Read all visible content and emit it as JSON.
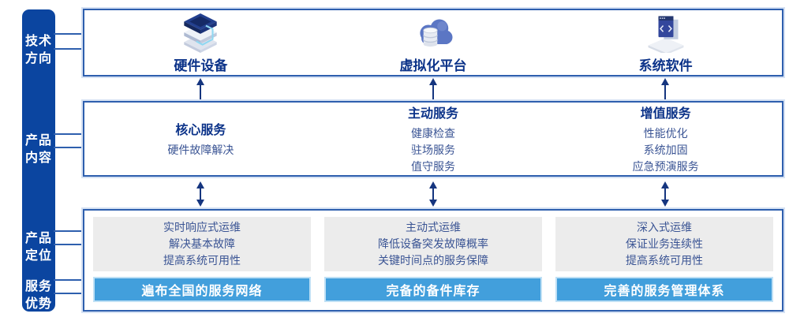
{
  "sidebar": {
    "labels": [
      {
        "line1": "技术",
        "line2": "方向"
      },
      {
        "line1": "产品",
        "line2": "内容"
      },
      {
        "line1": "产品",
        "line2": "定位"
      },
      {
        "line1": "服务",
        "line2": "优势"
      }
    ]
  },
  "tech_row": {
    "items": [
      {
        "icon": "server-stack-icon",
        "label": "硬件设备"
      },
      {
        "icon": "cloud-database-icon",
        "label": "虚拟化平台"
      },
      {
        "icon": "code-window-icon",
        "label": "系统软件"
      }
    ]
  },
  "content_row": {
    "columns": [
      {
        "title": "核心服务",
        "items": [
          "硬件故障解决"
        ]
      },
      {
        "title": "主动服务",
        "items": [
          "健康检查",
          "驻场服务",
          "值守服务"
        ]
      },
      {
        "title": "增值服务",
        "items": [
          "性能优化",
          "系统加固",
          "应急预演服务"
        ]
      }
    ]
  },
  "bottom_row": {
    "columns": [
      {
        "positioning": [
          "实时响应式运维",
          "解决基本故障",
          "提高系统可用性"
        ],
        "advantage": "遍布全国的服务网络"
      },
      {
        "positioning": [
          "主动式运维",
          "降低设备突发故障概率",
          "关键时间点的服务保障"
        ],
        "advantage": "完备的备件库存"
      },
      {
        "positioning": [
          "深入式运维",
          "保证业务连续性",
          "提高系统可用性"
        ],
        "advantage": "完善的服务管理体系"
      }
    ]
  },
  "colors": {
    "sidebar_bg": "#0b45a0",
    "panel_border": "#2e5fae",
    "panel_halo": "#d5e1f3",
    "heading_navy": "#0c3389",
    "body_blue": "#3a5494",
    "gray_panel_bg": "#ececec",
    "advantage_bar_bg": "#429fdc",
    "advantage_bar_border": "#bfe0f5",
    "arrow_navy": "#15357f"
  }
}
